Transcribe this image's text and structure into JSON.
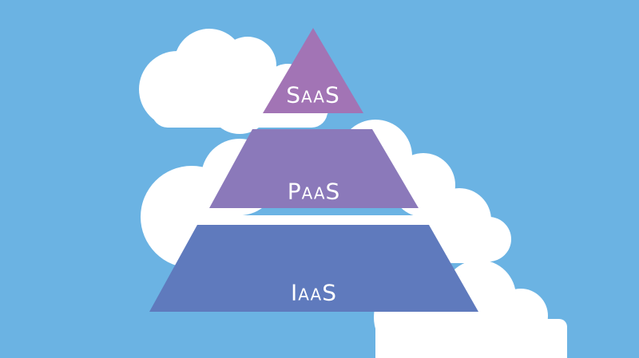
{
  "colors": {
    "background": "#6bb3e3",
    "cloud": "#ffffff",
    "saas": "#a274b5",
    "paas": "#8b79ba",
    "iaas": "#5f7abd"
  },
  "pyramid": {
    "tiers": [
      {
        "id": "saas",
        "label": "SaaS"
      },
      {
        "id": "paas",
        "label": "PaaS"
      },
      {
        "id": "iaas",
        "label": "IaaS"
      }
    ]
  }
}
